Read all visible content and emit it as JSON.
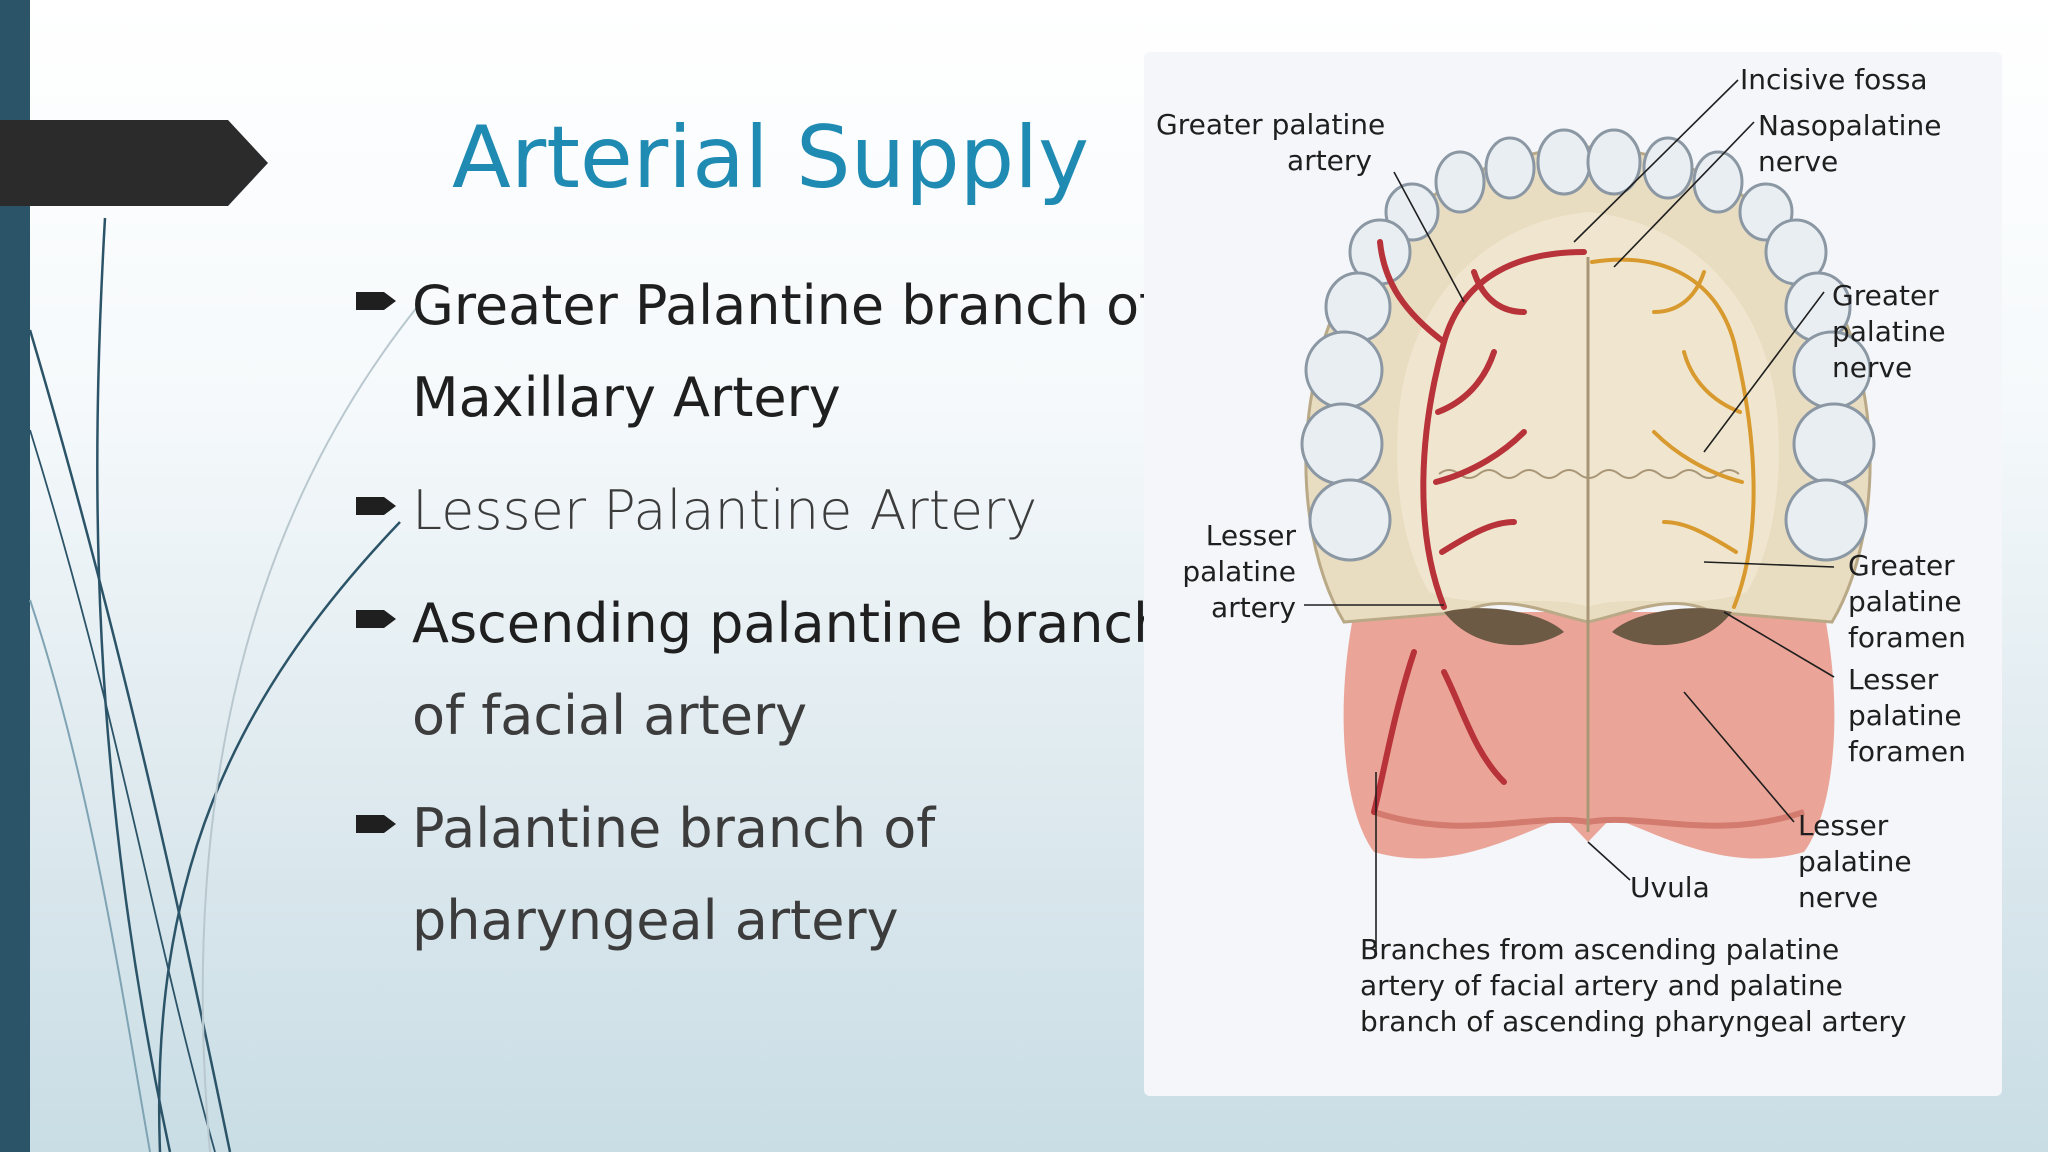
{
  "slide": {
    "title": "Arterial Supply",
    "bullets": [
      {
        "lines": [
          "Greater Palantine branch of",
          "Maxillary Artery"
        ]
      },
      {
        "lines": [
          "Lesser Palantine Artery"
        ]
      },
      {
        "lines": [
          "Ascending palantine branch",
          "of facial artery"
        ]
      },
      {
        "lines": [
          "Palantine branch of",
          "pharyngeal artery"
        ]
      }
    ]
  },
  "figure": {
    "labels": {
      "greater_palatine_artery": [
        "Greater palatine",
        "artery"
      ],
      "incisive_fossa": [
        "Incisive fossa"
      ],
      "nasopalatine_nerve": [
        "Nasopalatine",
        "nerve"
      ],
      "greater_palatine_nerve": [
        "Greater",
        "palatine",
        "nerve"
      ],
      "lesser_palatine_artery": [
        "Lesser",
        "palatine",
        "artery"
      ],
      "greater_palatine_foramen": [
        "Greater",
        "palatine",
        "foramen"
      ],
      "lesser_palatine_foramen": [
        "Lesser",
        "palatine",
        "foramen"
      ],
      "lesser_palatine_nerve": [
        "Lesser",
        "palatine",
        "nerve"
      ],
      "uvula": [
        "Uvula"
      ],
      "branches_caption": [
        "Branches from ascending palatine",
        "artery of facial artery and palatine",
        "branch of ascending pharyngeal artery"
      ]
    }
  },
  "colors": {
    "accent_title": "#1f8bb3",
    "left_bar": "#2c5468",
    "arrow_tab": "#2b2b2b",
    "artery": "#b8323a",
    "nerve": "#d89a2e"
  }
}
